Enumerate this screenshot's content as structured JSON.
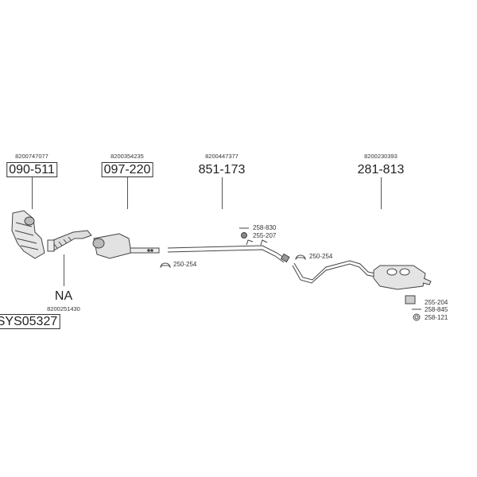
{
  "parts": [
    {
      "oem": "8200747077",
      "number": "090-511",
      "boxed": true
    },
    {
      "oem": "8200354235",
      "number": "097-220",
      "boxed": true
    },
    {
      "oem": "8200447377",
      "number": "851-173",
      "boxed": false
    },
    {
      "oem": "8200230393",
      "number": "281-813",
      "boxed": false
    },
    {
      "oem": "8200251430",
      "number": "NA",
      "boxed": false
    }
  ],
  "system_code": "SYS05327",
  "accessories": {
    "clamp_1": "250-254",
    "bolt_1": "258-830",
    "mount_1": "255-207",
    "clamp_2": "250-254",
    "mount_2": "255-204",
    "bolt_2": "258-845",
    "ring": "258-121"
  }
}
